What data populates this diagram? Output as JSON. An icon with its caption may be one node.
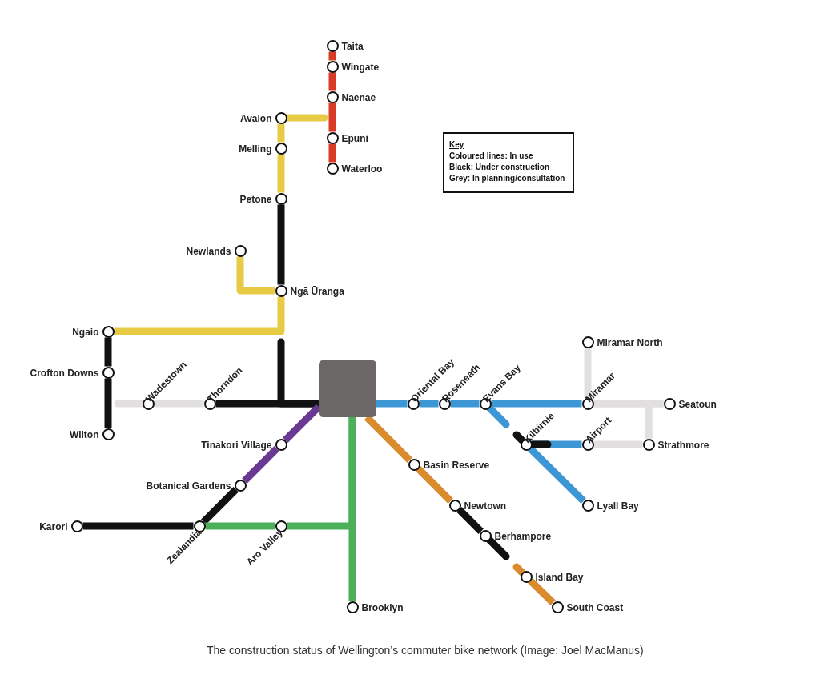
{
  "diagram": {
    "caption": "The construction status of Wellington’s commuter bike network (Image: Joel MacManus)",
    "nodes": [
      {
        "text": [
          "Taita"
        ]
      },
      {
        "text": [
          "Wingate"
        ]
      },
      {
        "text": [
          "Naenae"
        ]
      },
      {
        "text": [
          "Avalon"
        ]
      },
      {
        "text": [
          "Epuni"
        ]
      },
      {
        "text": [
          "Melling"
        ]
      },
      {
        "text": [
          "Waterloo"
        ]
      },
      {
        "text": [
          "Key",
          "Coloured lines: In use",
          "Black: Under construction",
          "Grey: In planning/consultation"
        ]
      },
      {
        "text": [
          "Petone"
        ]
      },
      {
        "text": [
          "Newlands"
        ]
      },
      {
        "text": [
          "Ngā Ūranga"
        ]
      },
      {
        "text": [
          "Ngaio"
        ]
      },
      {
        "text": [
          "Crofton Downs"
        ]
      },
      {
        "text": [
          "Miramar North"
        ]
      },
      {
        "text": [],
        "shape": "box"
      },
      {
        "text": [
          "Wadestown"
        ]
      },
      {
        "text": [
          "Thorndon"
        ]
      },
      {
        "text": [
          "Oriental Bay"
        ]
      },
      {
        "text": [
          "Roseneath"
        ]
      },
      {
        "text": [
          "Evans Bay"
        ]
      },
      {
        "text": [
          "Miramar"
        ]
      },
      {
        "text": [
          "Seatoun"
        ]
      },
      {
        "text": [
          "Wilton"
        ]
      },
      {
        "text": [
          "Tinakori Village"
        ]
      },
      {
        "text": [
          "Kilbirnie"
        ]
      },
      {
        "text": [
          "Airport"
        ]
      },
      {
        "text": [
          "Strathmore"
        ]
      },
      {
        "text": [
          "Basin Reserve"
        ]
      },
      {
        "text": [
          "Botanical Gardens"
        ]
      },
      {
        "text": [
          "Lyall Bay"
        ]
      },
      {
        "text": [
          "Newtown"
        ]
      },
      {
        "text": [
          "Karori"
        ]
      },
      {
        "text": [
          "Zealandia"
        ]
      },
      {
        "text": [
          "Aro Valley"
        ]
      },
      {
        "text": [
          "Berhampore"
        ]
      },
      {
        "text": [
          "Island Bay"
        ]
      },
      {
        "text": [
          "Brooklyn"
        ]
      },
      {
        "text": [
          "South Coast"
        ]
      }
    ],
    "edges": [
      {
        "from": 0,
        "to": 1,
        "arrow": "none",
        "color": "#d93a26"
      },
      {
        "from": 1,
        "to": 2,
        "arrow": "none",
        "color": "#d93a26"
      },
      {
        "from": 2,
        "to": 4,
        "arrow": "none",
        "color": "#d93a26"
      },
      {
        "from": 4,
        "to": 6,
        "arrow": "none",
        "color": "#d93a26"
      },
      {
        "from": 3,
        "to": null,
        "arrow": "none",
        "color": "#e8cb45"
      },
      {
        "from": 3,
        "to": 5,
        "arrow": "none",
        "color": "#e8cb45"
      },
      {
        "from": 5,
        "to": 8,
        "arrow": "none",
        "color": "#e8cb45"
      },
      {
        "from": 9,
        "to": 10,
        "arrow": "none",
        "color": "#e8cb45"
      },
      {
        "from": 10,
        "to": 11,
        "arrow": "none",
        "color": "#e8cb45"
      },
      {
        "from": 8,
        "to": 10,
        "arrow": "none",
        "color": "#111111"
      },
      {
        "from": null,
        "to": 14,
        "arrow": "none",
        "color": "#111111"
      },
      {
        "from": 16,
        "to": 14,
        "arrow": "none",
        "color": "#111111"
      },
      {
        "from": 11,
        "to": 12,
        "arrow": "none",
        "color": "#111111"
      },
      {
        "from": 12,
        "to": 22,
        "arrow": "none",
        "color": "#111111"
      },
      {
        "from": null,
        "to": 15,
        "arrow": "none",
        "color": "#e2dfe0"
      },
      {
        "from": 15,
        "to": 16,
        "arrow": "none",
        "color": "#e2dfe0"
      },
      {
        "from": 14,
        "to": 23,
        "arrow": "none",
        "color": "#6a3a93"
      },
      {
        "from": 23,
        "to": 28,
        "arrow": "none",
        "color": "#6a3a93"
      },
      {
        "from": 28,
        "to": 32,
        "arrow": "none",
        "color": "#111111"
      },
      {
        "from": 31,
        "to": 32,
        "arrow": "none",
        "color": "#111111"
      },
      {
        "from": 32,
        "to": 33,
        "arrow": "none",
        "color": "#4caf5a"
      },
      {
        "from": 33,
        "to": 14,
        "arrow": "none",
        "color": "#4caf5a"
      },
      {
        "from": 14,
        "to": 36,
        "arrow": "none",
        "color": "#4caf5a"
      },
      {
        "from": 14,
        "to": 27,
        "arrow": "none",
        "color": "#d98b2e"
      },
      {
        "from": 27,
        "to": 30,
        "arrow": "none",
        "color": "#d98b2e"
      },
      {
        "from": null,
        "to": 35,
        "arrow": "none",
        "color": "#d98b2e"
      },
      {
        "from": 35,
        "to": 37,
        "arrow": "none",
        "color": "#d98b2e"
      },
      {
        "from": 30,
        "to": 34,
        "arrow": "none",
        "color": "#111111"
      },
      {
        "from": 34,
        "to": null,
        "arrow": "none",
        "color": "#111111"
      },
      {
        "from": 14,
        "to": 17,
        "arrow": "none",
        "color": "#3d97d5"
      },
      {
        "from": 17,
        "to": 18,
        "arrow": "none",
        "color": "#3d97d5"
      },
      {
        "from": 18,
        "to": 19,
        "arrow": "none",
        "color": "#3d97d5"
      },
      {
        "from": 19,
        "to": 20,
        "arrow": "none",
        "color": "#3d97d5"
      },
      {
        "from": 19,
        "to": null,
        "arrow": "none",
        "color": "#3d97d5"
      },
      {
        "from": 24,
        "to": 25,
        "arrow": "none",
        "color": "#3d97d5"
      },
      {
        "from": 24,
        "to": 29,
        "arrow": "none",
        "color": "#3d97d5"
      },
      {
        "from": null,
        "to": 24,
        "arrow": "none",
        "color": "#111111"
      },
      {
        "from": 24,
        "to": null,
        "arrow": "none",
        "color": "#111111"
      },
      {
        "from": 13,
        "to": 20,
        "arrow": "none",
        "color": "#e2dfe0"
      },
      {
        "from": 20,
        "to": 21,
        "arrow": "none",
        "color": "#e2dfe0"
      },
      {
        "from": 25,
        "to": 26,
        "arrow": "none",
        "color": "#e2dfe0"
      },
      {
        "from": 26,
        "to": 21,
        "arrow": "none",
        "color": "#e2dfe0"
      },
      {
        "from": 26,
        "to": 20,
        "arrow": "none",
        "color": "#e2dfe0"
      }
    ]
  }
}
